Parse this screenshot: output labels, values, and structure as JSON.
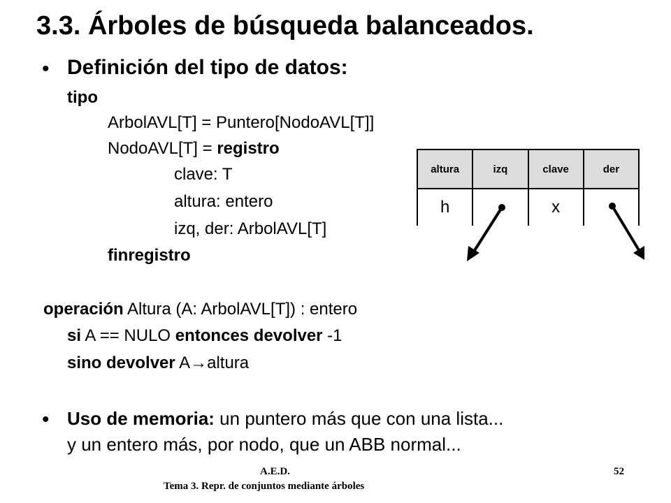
{
  "slide": {
    "title": "3.3. Árboles de búsqueda balanceados.",
    "bullets": {
      "symbol": "•",
      "definicion_title": "Definición del tipo de datos:",
      "uso_bold": "Uso de memoria:",
      "uso_rest": " un puntero más que con una lista...",
      "uso_line2": "y un entero más, por nodo, que un ABB normal..."
    },
    "code": {
      "tipo": "tipo",
      "line_arbol": "ArbolAVL[T] = Puntero[NodoAVL[T]]",
      "line_nodo_pre": "NodoAVL[T] = ",
      "line_nodo_kw": "registro",
      "field_clave": "clave: T",
      "field_altura": "altura: entero",
      "field_ptrs": "izq, der: ArbolAVL[T]",
      "finregistro": "finregistro",
      "op_kw": "operación",
      "op_rest": " Altura (A: ArbolAVL[T]) : entero",
      "si_kw": "si",
      "si_mid": " A == NULO ",
      "entonces_kw": "entonces devolver",
      "si_end": " -1",
      "sino_kw": "sino devolver",
      "sino_a": " A",
      "sino_arrow": "→",
      "sino_field": "altura"
    },
    "node": {
      "headers": [
        "altura",
        "izq",
        "clave",
        "der"
      ],
      "values": [
        "h",
        "",
        "x",
        ""
      ]
    },
    "footer": {
      "course": "A.E.D.",
      "page": "52",
      "topic": "Tema 3. Repr. de conjuntos mediante árboles"
    }
  }
}
